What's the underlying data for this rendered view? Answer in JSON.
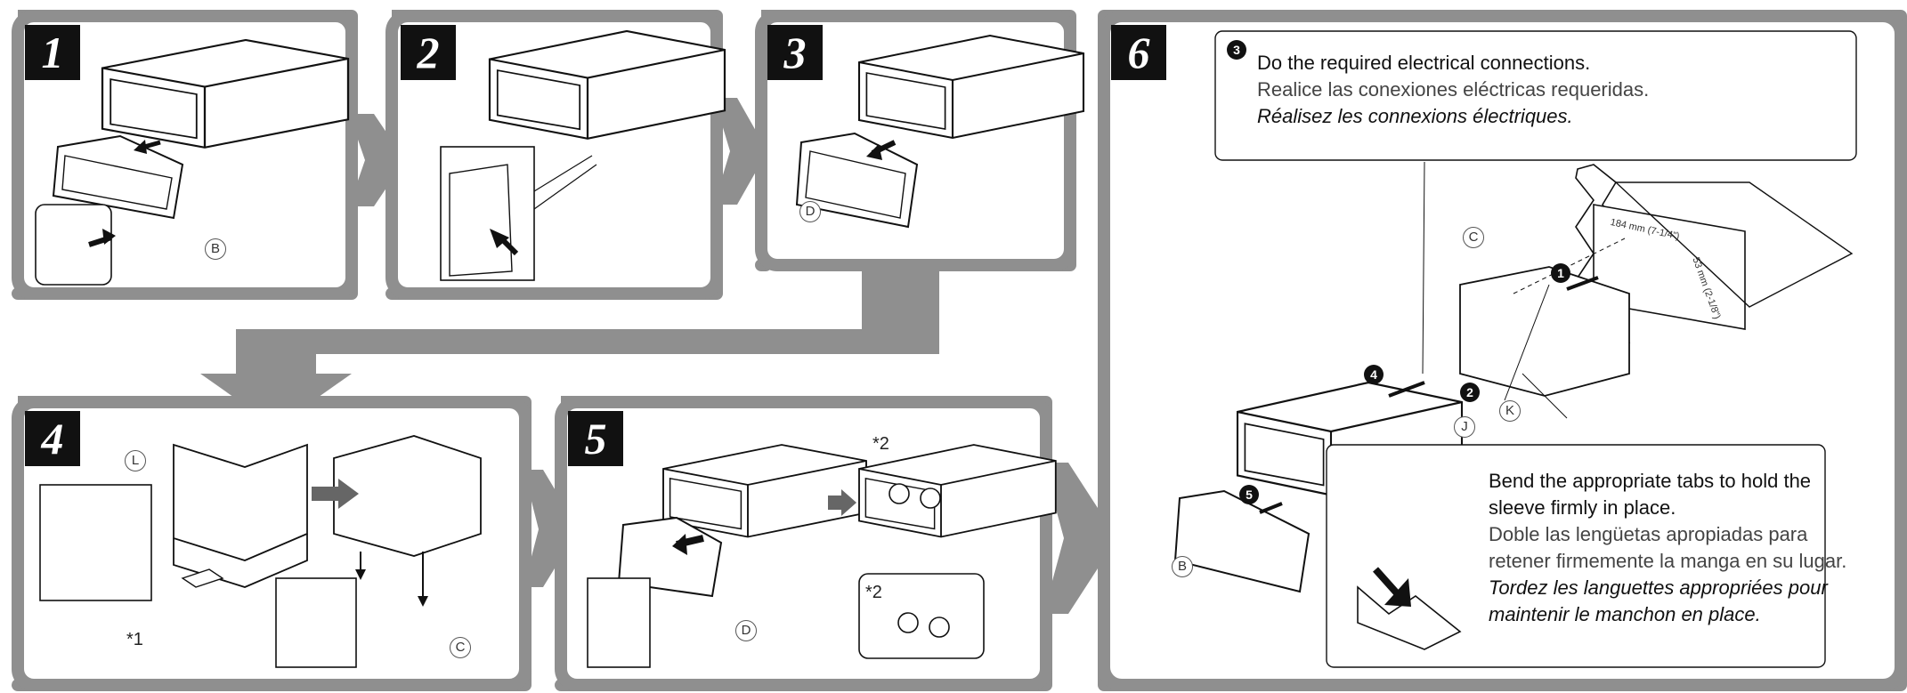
{
  "steps": [
    "1",
    "2",
    "3",
    "4",
    "5",
    "6"
  ],
  "callouts": {
    "connections": {
      "badge": "3",
      "en": "Do the required electrical connections.",
      "es": "Realice las conexiones eléctricas requeridas.",
      "fr": "Réalisez les connexions électriques."
    },
    "tabs": {
      "en": "Bend the appropriate tabs to hold the sleeve firmly in place.",
      "es": "Doble las lengüetas apropiadas para retener firmemente la manga en su lugar.",
      "fr": "Tordez les languettes appropriées pour maintenir le manchon en place."
    }
  },
  "part_labels": {
    "B": "B",
    "C": "C",
    "D": "D",
    "J": "J",
    "K": "K",
    "L": "L"
  },
  "sequence_badges": [
    "1",
    "2",
    "4",
    "5"
  ],
  "notes": {
    "star1": "*1",
    "star2": "*2"
  },
  "dimensions": {
    "width": "184 mm (7-1/4\")",
    "height": "53 mm (2-1/8\")"
  },
  "colors": {
    "frame": "#8f8f8f",
    "ink": "#111111",
    "panel": "#ffffff",
    "arrow": "#808080"
  }
}
